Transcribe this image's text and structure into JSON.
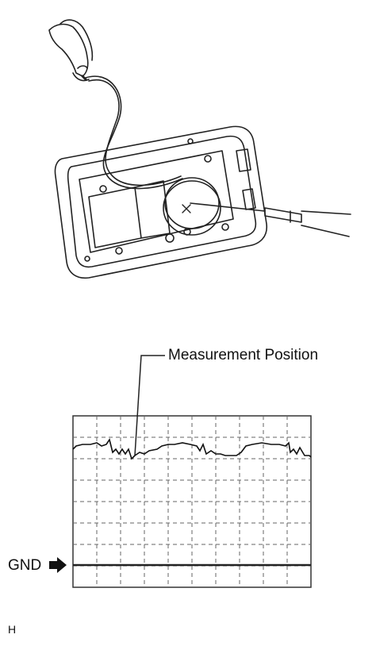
{
  "diagram": {
    "callout_label": "Measurement Position",
    "ground_label": "GND",
    "figure_code": "H",
    "grid": {
      "columns": 10,
      "rows": 8
    }
  },
  "icons": [
    "hand-holding-probe-icon",
    "key-fob-board-icon",
    "coin-battery-icon",
    "probe-icon",
    "arrow-right-icon"
  ]
}
